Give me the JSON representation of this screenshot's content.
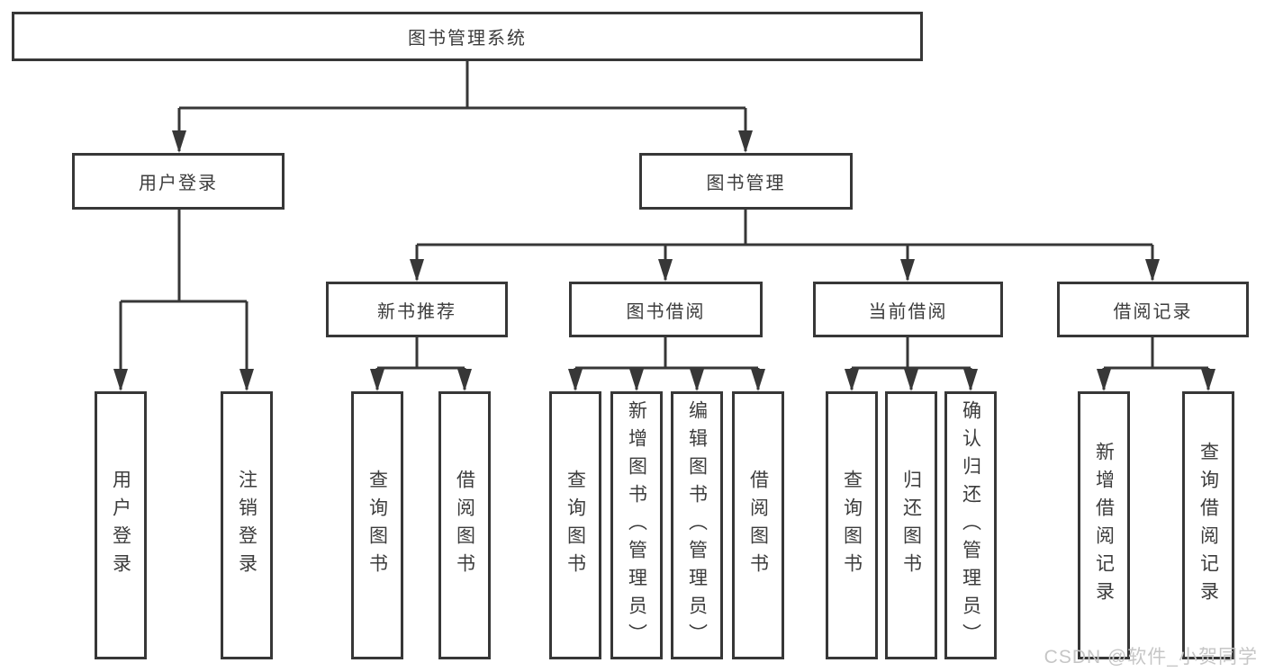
{
  "diagram": {
    "line_color": "#373737",
    "nodes": {
      "root": "图书管理系统",
      "user_login": "用户登录",
      "book_mgmt": "图书管理",
      "new_book_rec": "新书推荐",
      "book_borrow": "图书借阅",
      "current_borrow": "当前借阅",
      "borrow_records": "借阅记录",
      "leaf_user_login": "用户登录",
      "leaf_logout": "注销登录",
      "leaf_rec_query": "查询图书",
      "leaf_rec_borrow": "借阅图书",
      "leaf_bb_query": "查询图书",
      "leaf_bb_add": "新增图书（管理员）",
      "leaf_bb_edit": "编辑图书（管理员）",
      "leaf_bb_borrow": "借阅图书",
      "leaf_cb_query": "查询图书",
      "leaf_cb_return": "归还图书",
      "leaf_cb_confirm": "确认归还（管理员）",
      "leaf_br_add": "新增借阅记录",
      "leaf_br_query": "查询借阅记录"
    },
    "watermark": "CSDN @软件_小贺同学"
  }
}
